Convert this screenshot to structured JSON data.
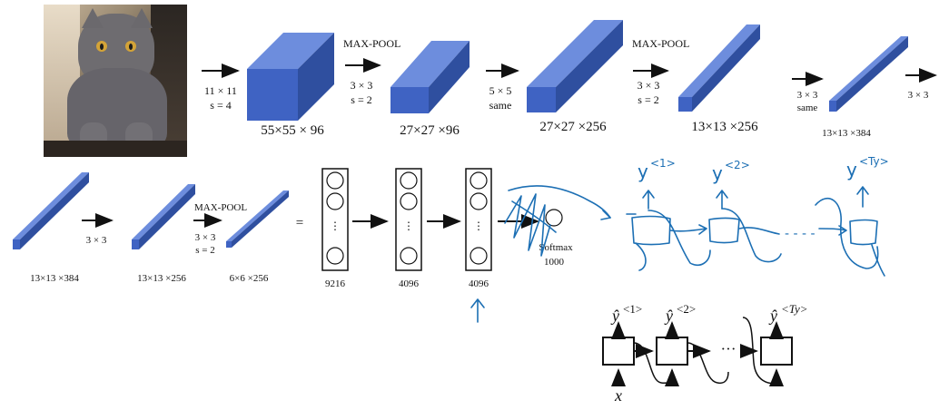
{
  "top_row": {
    "convs": [
      {
        "params": [
          "11 × 11",
          "s = 4"
        ],
        "output": "55×55 × 96"
      },
      {
        "pool_label": "MAX-POOL",
        "params": [
          "3 × 3",
          "s = 2"
        ],
        "output": "27×27 ×96"
      },
      {
        "params": [
          "5 × 5",
          "same"
        ],
        "output": "27×27 ×256"
      },
      {
        "pool_label": "MAX-POOL",
        "params": [
          "3 × 3",
          "s = 2"
        ],
        "output": "13×13 ×256"
      },
      {
        "params": [
          "3 × 3",
          "same"
        ],
        "output": "13×13 ×384"
      },
      {
        "params": [
          "3 × 3"
        ]
      }
    ]
  },
  "bottom_row": {
    "blocks": [
      {
        "output": "13×13 ×384"
      },
      {
        "params": [
          "3 × 3"
        ],
        "output": "13×13 ×256"
      },
      {
        "pool_label": "MAX-POOL",
        "params": [
          "3 × 3",
          "s = 2"
        ],
        "output": "6×6 ×256"
      }
    ],
    "equals": "=",
    "fc_layers": [
      {
        "units": "9216",
        "dots": "⋮"
      },
      {
        "units": "4096",
        "dots": "⋮"
      },
      {
        "units": "4096",
        "dots": "⋮"
      }
    ],
    "softmax": {
      "label": "Softmax",
      "count": "1000"
    }
  },
  "rnn_handwritten": {
    "outputs": [
      "y",
      "y",
      "y"
    ],
    "superscripts": [
      "<1>",
      "<2>",
      "<Ty>"
    ],
    "dots": "- - - -"
  },
  "rnn_diagram": {
    "outputs": [
      {
        "hat": "ŷ",
        "sup": "<1>"
      },
      {
        "hat": "ŷ",
        "sup": "<2>"
      },
      {
        "hat": "ŷ",
        "sup": "<Ty>"
      }
    ],
    "dots": "···",
    "input": "x"
  },
  "colors": {
    "block_front": "#3f63c3",
    "block_top": "#6d8ddd",
    "block_side": "#2f4f9f",
    "ink": "#1c6fb4"
  }
}
